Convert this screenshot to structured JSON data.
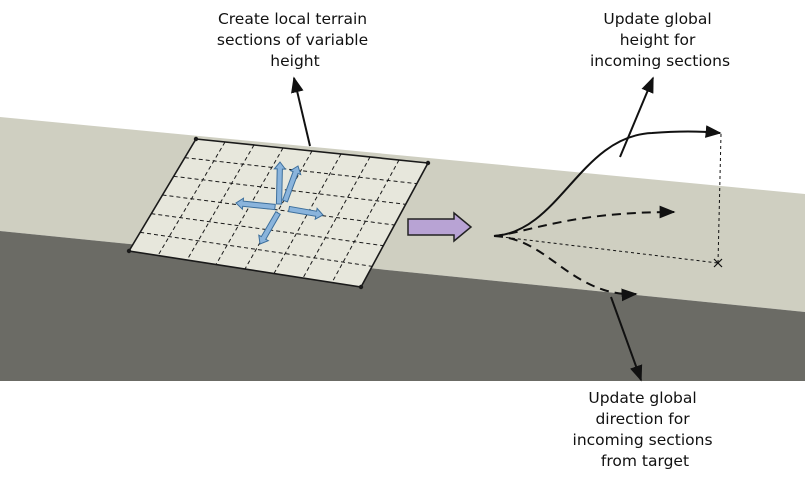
{
  "colors": {
    "background": "#ffffff",
    "terrain_top": "#cfcfc1",
    "terrain_side": "#6b6b65",
    "grid_fill": "#e7e7dc",
    "grid_line": "#1a1a1a",
    "direction_arrow_fill": "#8ab4dc",
    "direction_arrow_stroke": "#3d6f9c",
    "flow_arrow_fill": "#b8a3d4",
    "flow_arrow_stroke": "#222222",
    "text": "#111111"
  },
  "labels": {
    "local_sections": [
      "Create local terrain",
      "sections of variable",
      "height"
    ],
    "global_height": [
      "Update global",
      "height for",
      "incoming sections"
    ],
    "global_direction": [
      "Update global",
      "direction for",
      "incoming sections",
      "from target"
    ]
  },
  "elements": {
    "grid": {
      "rows": 6,
      "columns": 8
    },
    "direction_arrows": [
      "up-left",
      "up-right",
      "left",
      "right",
      "down-left"
    ],
    "paths": [
      {
        "name": "height-path",
        "style": "solid"
      },
      {
        "name": "middle-path",
        "style": "dashed"
      },
      {
        "name": "direction-path",
        "style": "dashed"
      }
    ]
  }
}
